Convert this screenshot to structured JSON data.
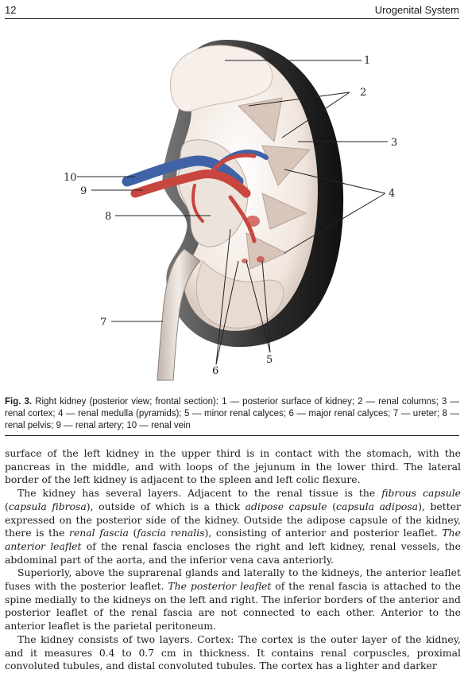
{
  "header": {
    "page_number": "12",
    "section_title": "Urogenital System"
  },
  "figure": {
    "labels": [
      "1",
      "2",
      "3",
      "4",
      "5",
      "6",
      "7",
      "8",
      "9",
      "10"
    ]
  },
  "caption": {
    "fig_label": "Fig. 3.",
    "text": " Right kidney (posterior view; frontal section): 1 — posterior surface of kidney; 2 — renal columns; 3 — renal cortex; 4 — renal medulla (pyramids); 5 — minor renal calyces; 6 — major renal calyces; 7 — ureter; 8 — renal pelvis; 9 — renal artery; 10 — renal vein"
  },
  "body": {
    "p1": "surface of the left kidney in the upper third is in contact with the stomach, with the pancreas in the middle, and with loops of the jejunum in the lower third. The lateral border of the left kidney is adjacent to the spleen and left colic flexure.",
    "p2_a": "The kidney has several layers. Adjacent to the renal tissue is the ",
    "p2_b": "fibrous capsule",
    "p2_c": " (",
    "p2_d": "capsula fibrosa",
    "p2_e": "), outside of which is a thick ",
    "p2_f": "adipose capsule",
    "p2_g": " (",
    "p2_h": "capsula adiposa",
    "p2_i": "), better expressed on the posterior side of the kidney. Outside the adipose capsule of the kidney, there is the ",
    "p2_j": "renal fascia",
    "p2_k": " (",
    "p2_l": "fascia renalis",
    "p2_m": "), consisting of anterior and posterior leaflet. ",
    "p2_n": "The anterior leaflet",
    "p2_o": " of the renal fascia encloses the right and left kidney, renal vessels, the abdominal part of the aorta, and the inferior vena cava anteriorly.",
    "p3_a": "Superiorly, above the suprarenal glands and laterally to the kidneys, the anterior leaflet fuses with the posterior leaflet. ",
    "p3_b": "The posterior leaflet",
    "p3_c": " of the renal fascia is attached to the spine medially to the kidneys on the left and right. The inferior borders of the anterior and posterior leaflet of the renal fascia are not connected to each other. Anterior to the anterior leaflet is the parietal peritoneum.",
    "p4": "The kidney consists of two layers. Cortex: The cortex is the outer layer of the kidney, and it measures 0.4 to 0.7 cm in thickness. It contains renal corpuscles, proximal convoluted tubules, and distal convoluted tubules. The cortex has a lighter and darker"
  },
  "colors": {
    "artery": "#c8463e",
    "vein": "#3f63a6",
    "capsule": "#2a2a2a",
    "cortex": "#efe3d8"
  }
}
